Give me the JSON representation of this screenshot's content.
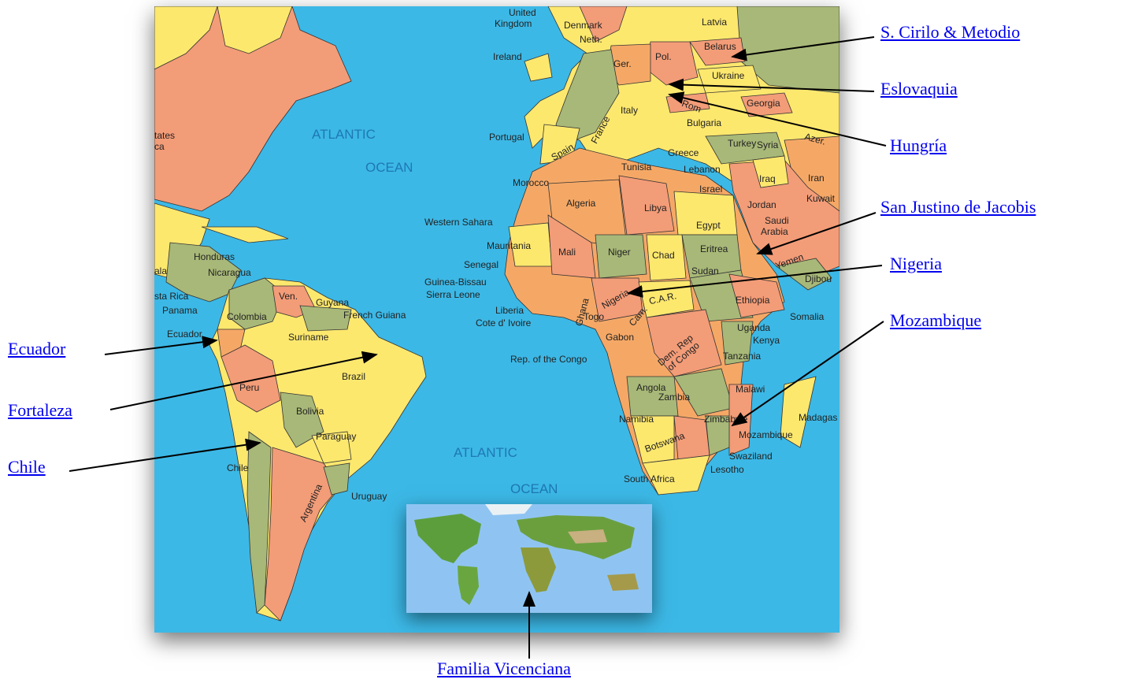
{
  "oceans": {
    "north_line1": "ATLANTIC",
    "north_line2": "OCEAN",
    "south_line1": "ATLANTIC",
    "south_line2": "OCEAN"
  },
  "countries": {
    "uk_1": "United",
    "uk_2": "Kingdom",
    "denmark": "Denmark",
    "latvia": "Latvia",
    "neth": "Neth.",
    "belarus": "Belarus",
    "ireland": "Ireland",
    "ger": "Ger.",
    "pol": "Pol.",
    "ukraine": "Ukraine",
    "france": "France",
    "italy": "Italy",
    "rom": "Rom",
    "georgia": "Georgia",
    "bulgaria": "Bulgaria",
    "portugal": "Portugal",
    "spain": "Spain",
    "greece": "Greece",
    "turkey": "Turkey",
    "azer": "Azer.",
    "syria": "Syria",
    "tunisia": "Tunisia",
    "lebanon": "Lebanon",
    "iraq": "Iraq",
    "iran": "Iran",
    "morocco": "Morocco",
    "israel": "Israel",
    "kuwait": "Kuwait",
    "algeria": "Algeria",
    "libya": "Libya",
    "jordan": "Jordan",
    "egypt": "Egypt",
    "saudi_1": "Saudi",
    "saudi_2": "Arabia",
    "western_sahara": "Western Sahara",
    "mauritania": "Mauritania",
    "mali": "Mali",
    "niger": "Niger",
    "chad": "Chad",
    "eritrea": "Eritrea",
    "yemen": "Yemen",
    "senegal": "Senegal",
    "sudan": "Sudan",
    "djibouti": "Djibou",
    "guinea_bissau": "Guinea-Bissau",
    "nigeria": "Nigeria",
    "sierra_leone": "Sierra Leone",
    "car": "C.A.R.",
    "ethiopia": "Ethiopia",
    "liberia": "Liberia",
    "ghana": "Ghana",
    "togo": "Togo",
    "cam": "Cam.",
    "cote_divoire": "Cote d' Ivoire",
    "somalia": "Somalia",
    "gabon": "Gabon",
    "dem_rep_1": "Dem. Rep",
    "dem_rep_2": "of Congo",
    "uganda": "Uganda",
    "kenya": "Kenya",
    "rep_congo": "Rep. of the Congo",
    "tanzania": "Tanzania",
    "angola": "Angola",
    "zambia": "Zambia",
    "malawi": "Malawi",
    "namibia": "Namibia",
    "zimbabwe": "Zimbabwe",
    "madagascar": "Madagas",
    "botswana": "Botswana",
    "mozambique": "Mozambique",
    "swaziland": "Swaziland",
    "lesotho": "Lesotho",
    "south_africa": "South Africa",
    "us_1": "tates",
    "us_2": "ca",
    "honduras": "Honduras",
    "guatemala": "ala",
    "nicaragua": "Nicaragua",
    "costa_rica": "sta Rica",
    "ven": "Ven.",
    "guyana": "Guyana",
    "french_guiana": "French Guiana",
    "panama": "Panama",
    "colombia": "Colombia",
    "ecuador": "Ecuador",
    "suriname": "Suriname",
    "brazil": "Brazil",
    "peru": "Peru",
    "bolivia": "Bolivia",
    "paraguay": "Paraguay",
    "chile": "Chile",
    "argentina": "Argentina",
    "uruguay": "Uruguay"
  },
  "callouts": {
    "cirilo": "S. Cirilo & Metodio",
    "eslovaquia": "Eslovaquia",
    "hungria": "Hungría",
    "san_justino": "San Justino de Jacobis",
    "nigeria": "Nigeria",
    "mozambique": "Mozambique",
    "ecuador": "Ecuador",
    "fortaleza": "Fortaleza",
    "chile": "Chile",
    "familia": "Familia Vicenciana"
  },
  "colors": {
    "ocean": "#3cb8e6",
    "land_yellow": "#fde86e",
    "land_orange": "#f5a866",
    "land_salmon": "#f39c78",
    "land_olive": "#a8b878",
    "link": "#0000ee"
  }
}
